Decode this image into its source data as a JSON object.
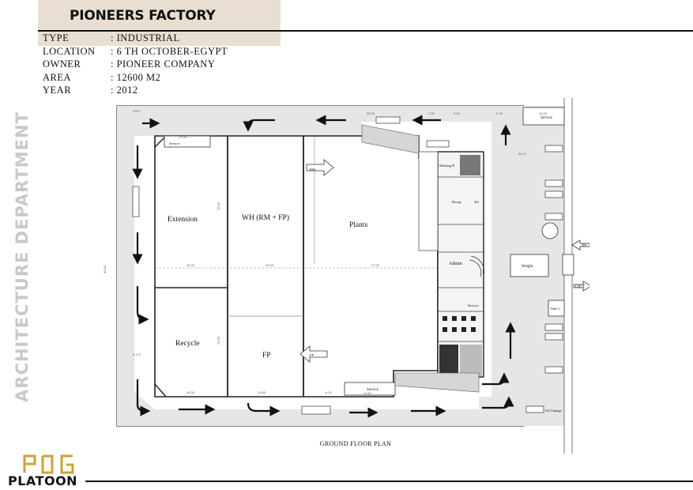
{
  "header": {
    "title": "PIONEERS FACTORY"
  },
  "info": [
    {
      "label": "TYPE",
      "value": ": INDUSTRIAL"
    },
    {
      "label": "LOCATION",
      "value": ": 6 TH OCTOBER-EGYPT"
    },
    {
      "label": "OWNER",
      "value": ": PIONEER COMPANY"
    },
    {
      "label": "AREA",
      "value": ": 12600 M2"
    },
    {
      "label": "YEAR",
      "value": ": 2012"
    }
  ],
  "side_label": "ARCHITECTURE DEPARTMENT",
  "plan": {
    "caption": "GROUND FLOOR PLAN",
    "rooms": {
      "extension": "Extension",
      "warehouse": "WH (RM + FP)",
      "plants": "Plants",
      "recycle": "Recycle",
      "fp": "FP",
      "admin": "Admin",
      "meeting": "Meeting R",
      "recep": "Recep.",
      "tel": "Tel.",
      "weight": "Weight",
      "service_top_left": "Service",
      "service_top_right": "Service",
      "service_bottom": "Service",
      "service_mid": "Service",
      "time_c": "Time C.",
      "oil_change": "Oil Change",
      "rm_tag": "RM",
      "fp_tag": "FP"
    },
    "gates": {
      "in": "IN",
      "out": "OUT"
    },
    "dims": {
      "d1700": "17.00",
      "d2500": "25.00",
      "d700": "7.00",
      "d905": "9.05",
      "d975": "9.75",
      "d1000": "10.00",
      "d1600a": "16.00",
      "d1900a": "19.00",
      "d2700": "27.00",
      "d1600b": "16.00",
      "d1900b": "19.00",
      "d615": "6.15",
      "d1100": "11.00",
      "d3350": "33.50",
      "d2355": "23.55",
      "d3000": "30.00",
      "d3012": "30.12",
      "d6172": "6.172",
      "d2012": "2012"
    }
  },
  "logo": {
    "text": "PLATOON",
    "colors": {
      "mark": "#c9a43a",
      "text": "#111111"
    }
  },
  "colors": {
    "title_band": "#e8dfd2",
    "side_label": "#c9c9c9",
    "road": "#e6e6e6"
  }
}
